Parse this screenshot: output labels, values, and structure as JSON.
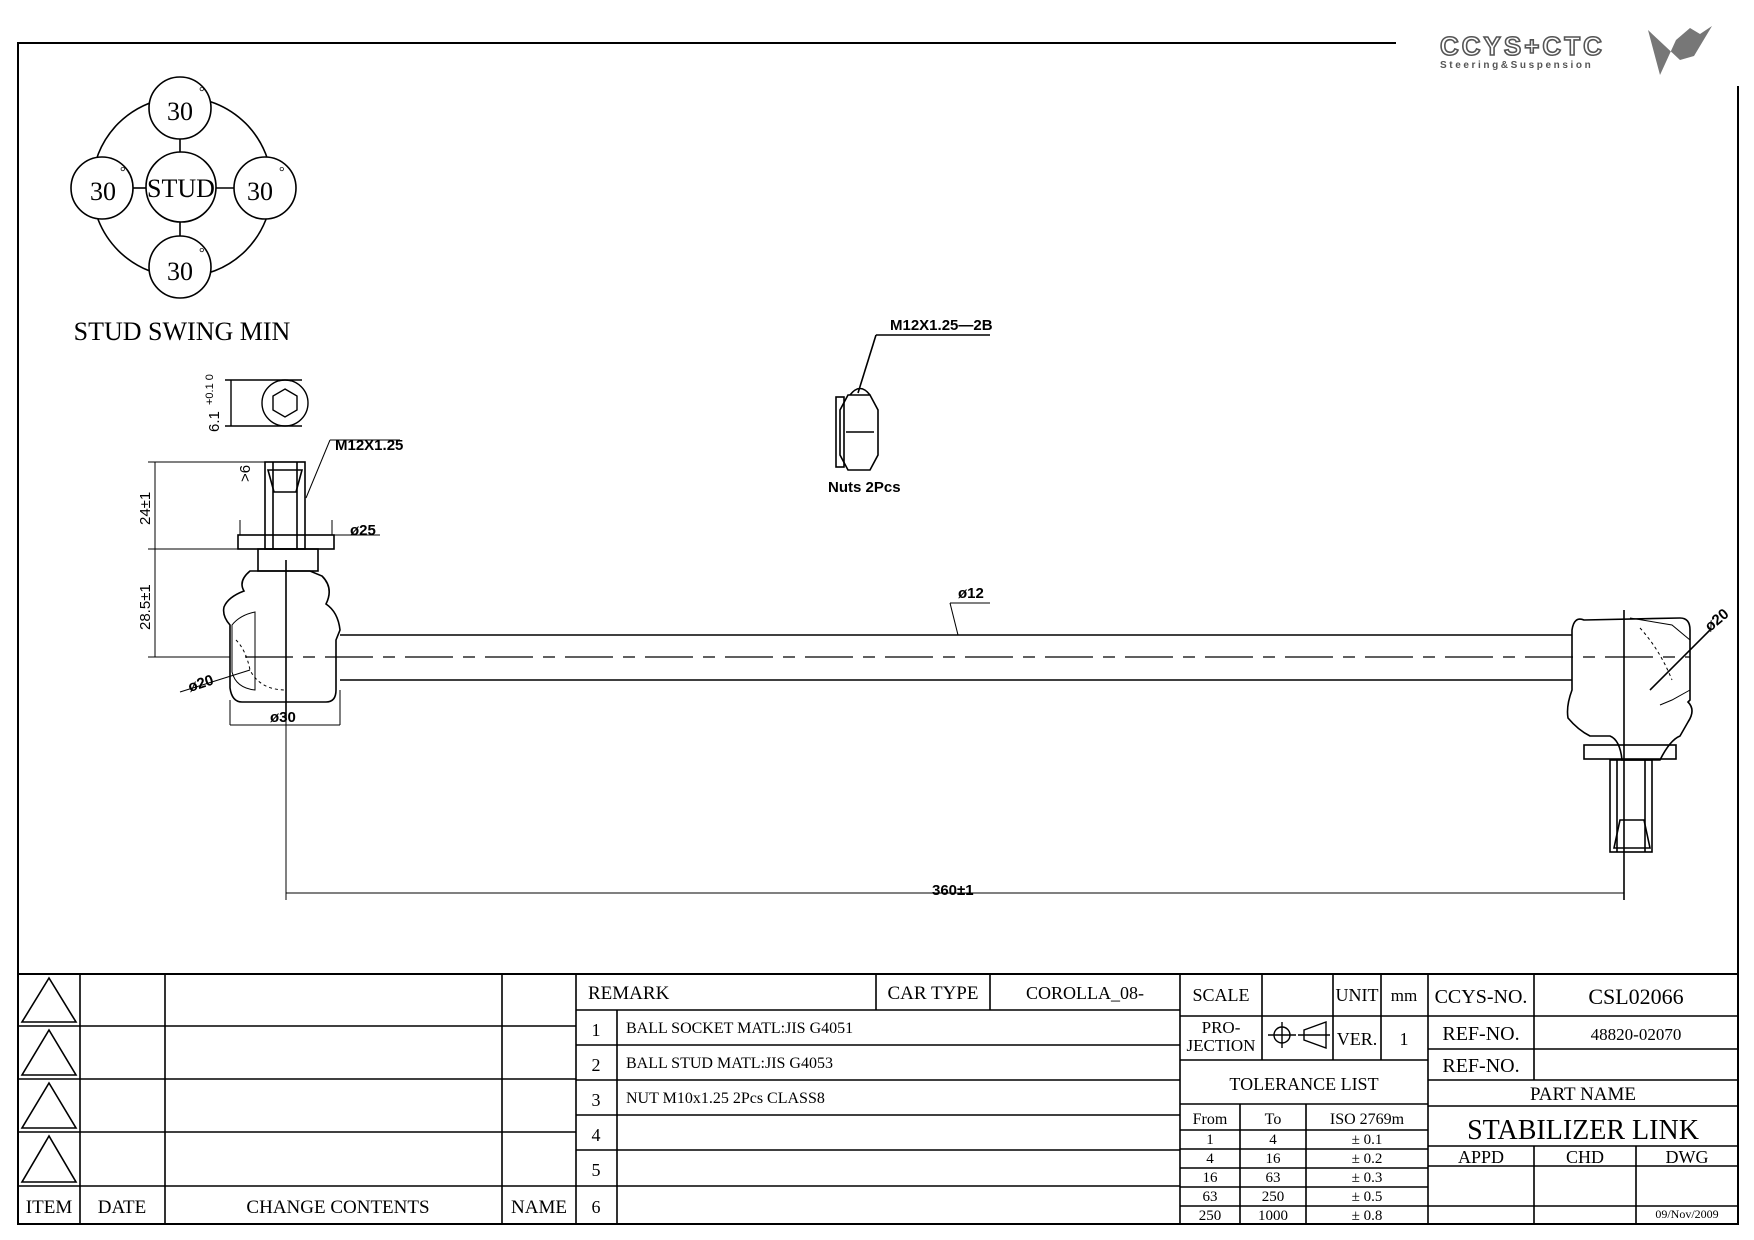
{
  "logo": {
    "brand": "CCYS+CTC",
    "tagline": "Steering&Suspension"
  },
  "swing": {
    "top": "30",
    "left": "30",
    "right": "30",
    "bottom": "30",
    "center": "STUD",
    "degree": "°",
    "caption": "STUD SWING MIN"
  },
  "dims": {
    "hex": "6.1",
    "hex_tol": "+0.1\n 0",
    "thread": "M12X1.25",
    "six": ">6",
    "len24": "24±1",
    "d25": "ø25",
    "len285": "28.5±1",
    "d20_left": "ø20",
    "d30": "ø30",
    "nut_spec": "M12X1.25—2B",
    "nuts": "Nuts 2Pcs",
    "d12": "ø12",
    "d20_right": "ø20",
    "len360": "360±1"
  },
  "revision": {
    "headers": {
      "item": "ITEM",
      "date": "DATE",
      "change": "CHANGE CONTENTS",
      "name": "NAME"
    }
  },
  "remark": {
    "label": "REMARK",
    "car_type_label": "CAR TYPE",
    "car_type": "COROLLA_08-",
    "rows": [
      {
        "n": "1",
        "text": "BALL SOCKET MATL:JIS G4051"
      },
      {
        "n": "2",
        "text": "BALL STUD MATL:JIS G4053"
      },
      {
        "n": "3",
        "text": "NUT M10x1.25 2Pcs CLASS8"
      },
      {
        "n": "4",
        "text": ""
      },
      {
        "n": "5",
        "text": ""
      },
      {
        "n": "6",
        "text": ""
      }
    ]
  },
  "spec": {
    "scale_label": "SCALE",
    "scale": "",
    "unit_label": "UNIT",
    "unit": "mm",
    "projection_label": "PRO-\nJECTION",
    "ver_label": "VER.",
    "ver": "1",
    "tolerance_title": "TOLERANCE LIST",
    "tol_headers": {
      "from": "From",
      "to": "To",
      "iso": "ISO 2769m"
    },
    "tolerance": [
      {
        "from": "1",
        "to": "4",
        "tol": "± 0.1"
      },
      {
        "from": "4",
        "to": "16",
        "tol": "± 0.2"
      },
      {
        "from": "16",
        "to": "63",
        "tol": "± 0.3"
      },
      {
        "from": "63",
        "to": "250",
        "tol": "± 0.5"
      },
      {
        "from": "250",
        "to": "1000",
        "tol": "± 0.8"
      }
    ]
  },
  "title": {
    "ccys_label": "CCYS-NO.",
    "ccys": "CSL02066",
    "ref1_label": "REF-NO.",
    "ref1": "48820-02070",
    "ref2_label": "REF-NO.",
    "ref2": "",
    "part_name_label": "PART NAME",
    "part_name": "STABILIZER LINK",
    "appd": "APPD",
    "chd": "CHD",
    "dwg": "DWG",
    "date": "09/Nov/2009"
  }
}
